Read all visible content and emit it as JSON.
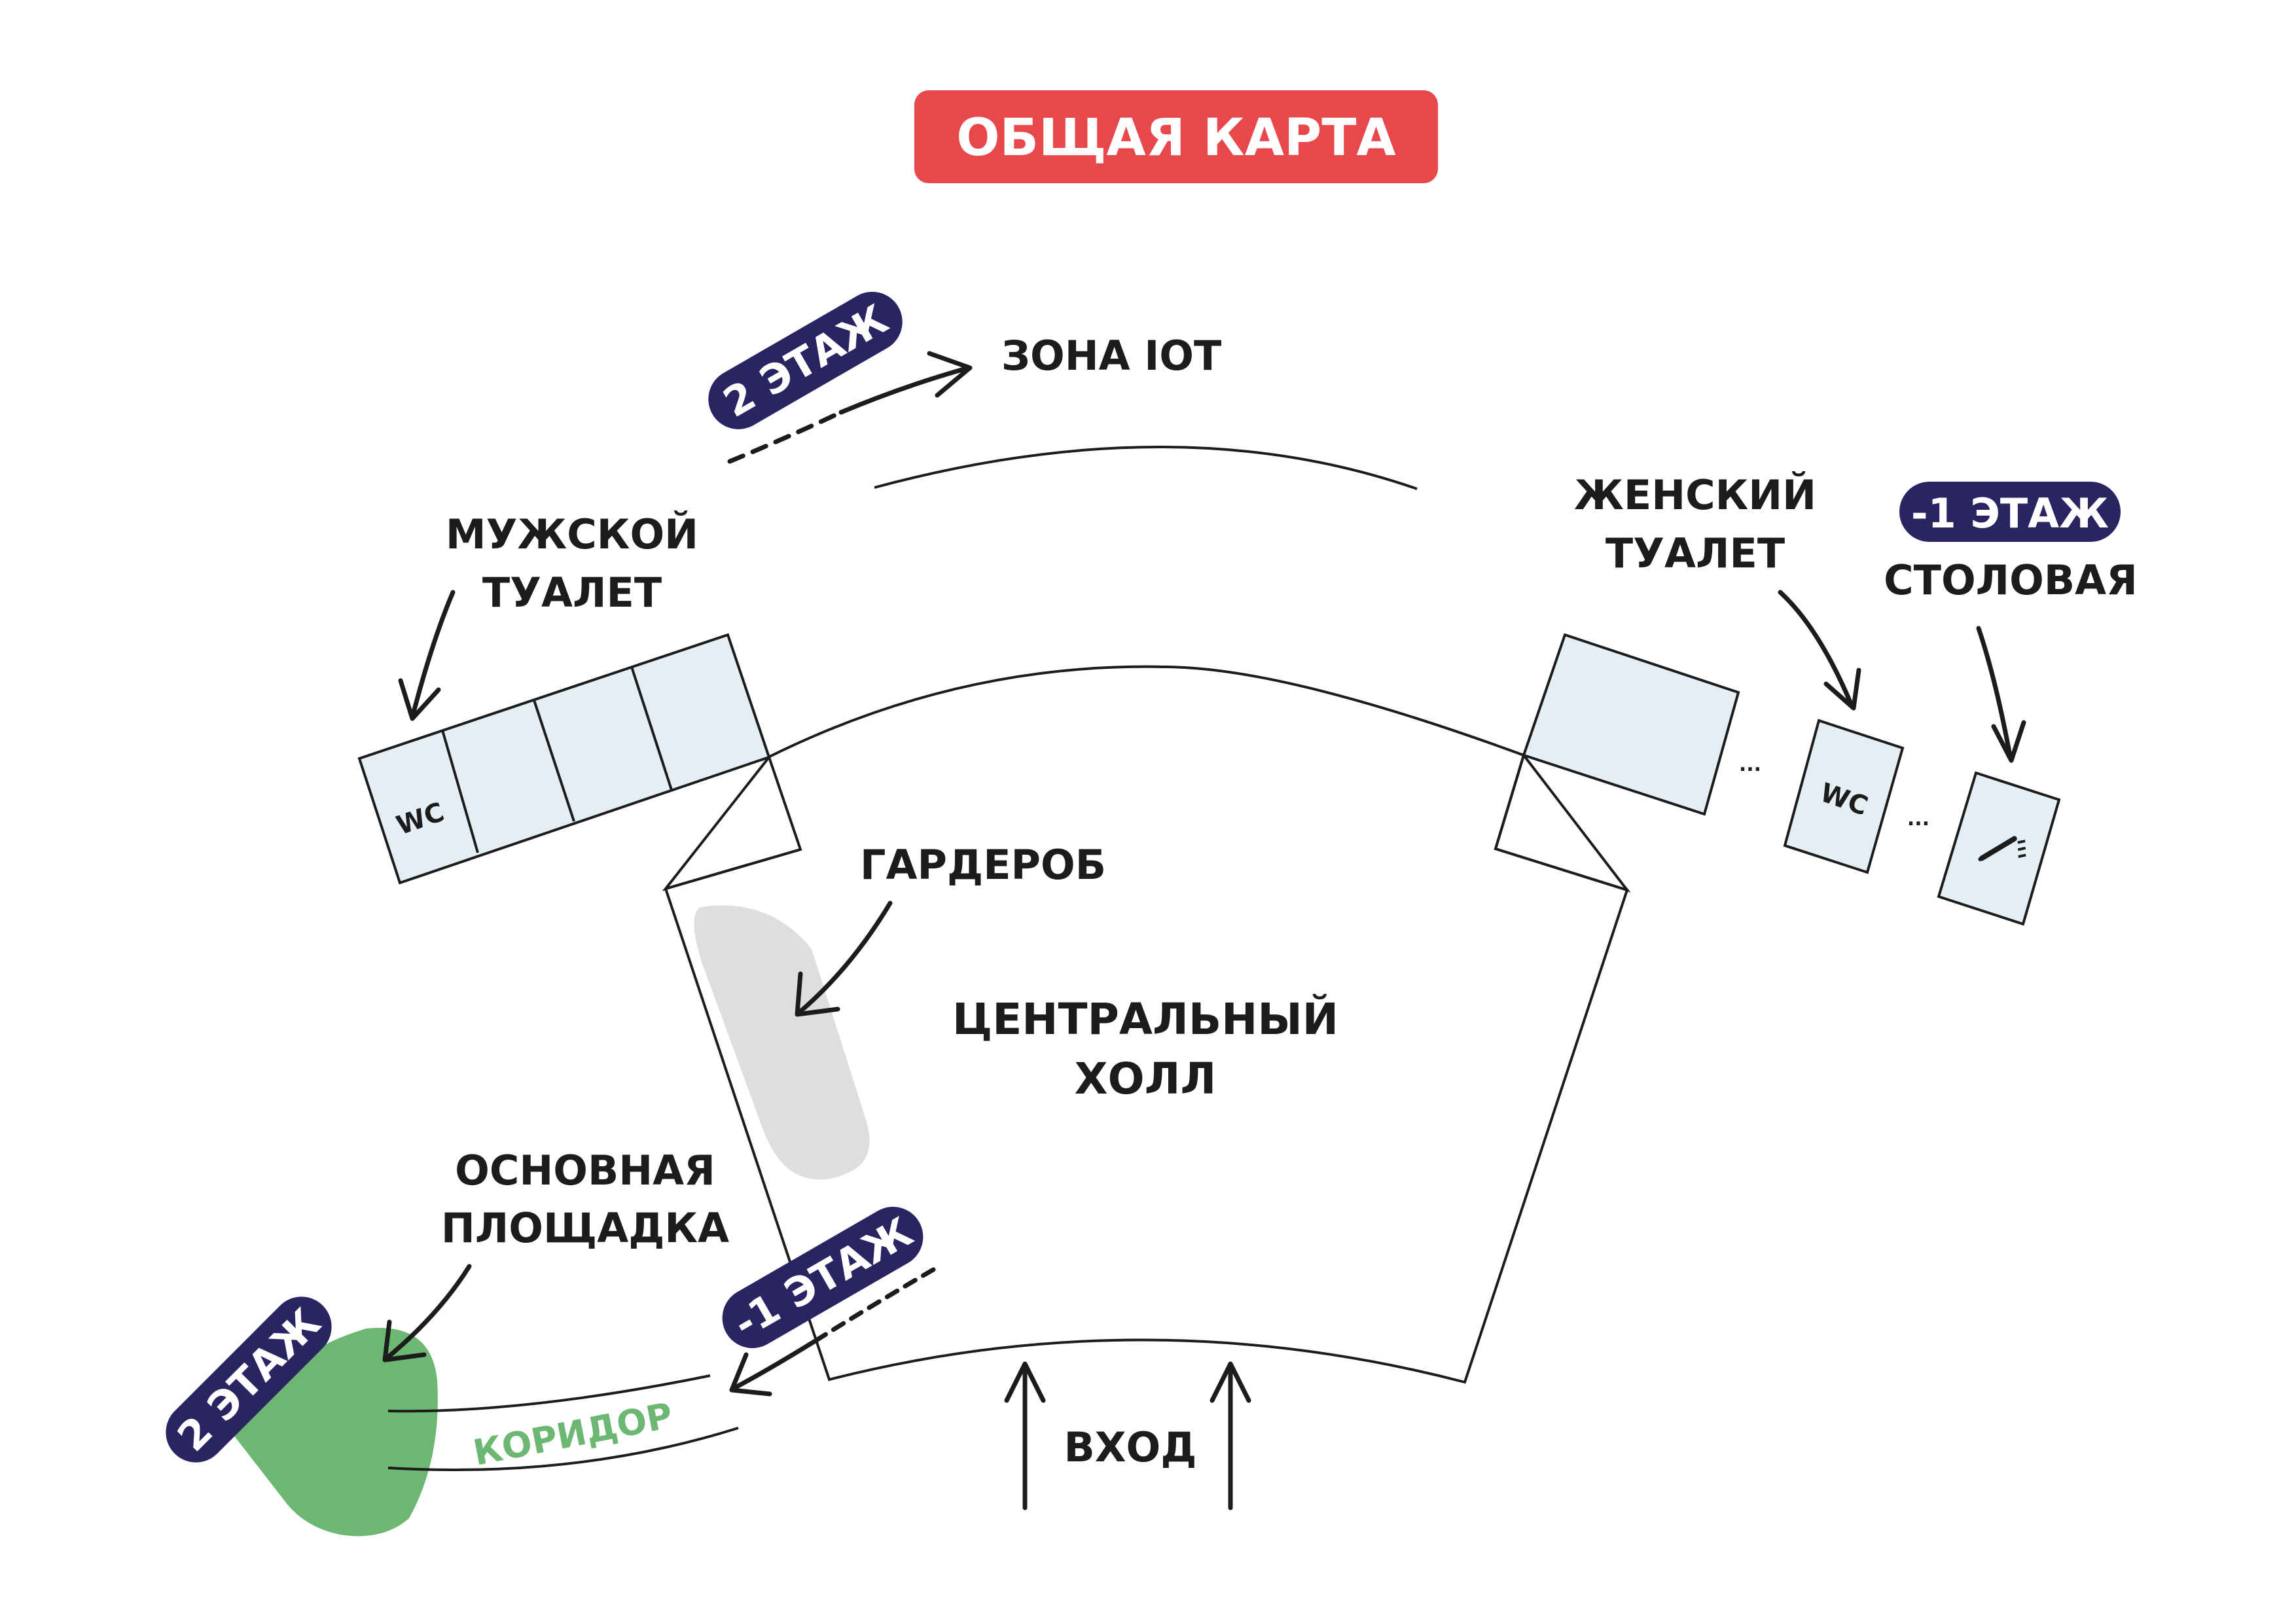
{
  "title": "ОБЩАЯ КАРТА",
  "colors": {
    "title_bg": "#e8474c",
    "badge_bg": "#2b2462",
    "room_fill": "#e3eff5",
    "wardrobe_fill": "#dededd",
    "stage_fill": "#6cb873",
    "corridor_text": "#6cb873"
  },
  "labels": {
    "iot_zone": "ЗОНА IOT",
    "mens_toilet_line1": "МУЖСКОЙ",
    "mens_toilet_line2": "ТУАЛЕТ",
    "womens_toilet_line1": "ЖЕНСКИЙ",
    "womens_toilet_line2": "ТУАЛЕТ",
    "canteen": "СТОЛОВАЯ",
    "wardrobe": "ГАРДЕРОБ",
    "hall_line1": "ЦЕНТРАЛЬНЫЙ",
    "hall_line2": "ХОЛЛ",
    "main_stage_line1": "ОСНОВНАЯ",
    "main_stage_line2": "ПЛОЩАДКА",
    "corridor": "КОРИДОР",
    "entrance": "ВХОД",
    "wc": "WC",
    "ellipsis": "..."
  },
  "badges": {
    "floor2_top": "2 ЭТАЖ",
    "floor_minus1_right": "-1 ЭТАЖ",
    "floor_minus1_bottom": "-1 ЭТАЖ",
    "floor2_left": "2 ЭТАЖ"
  },
  "icons": {
    "wc_left": "wc-icon",
    "wc_right": "wc-icon",
    "canteen": "cutlery-icon"
  }
}
